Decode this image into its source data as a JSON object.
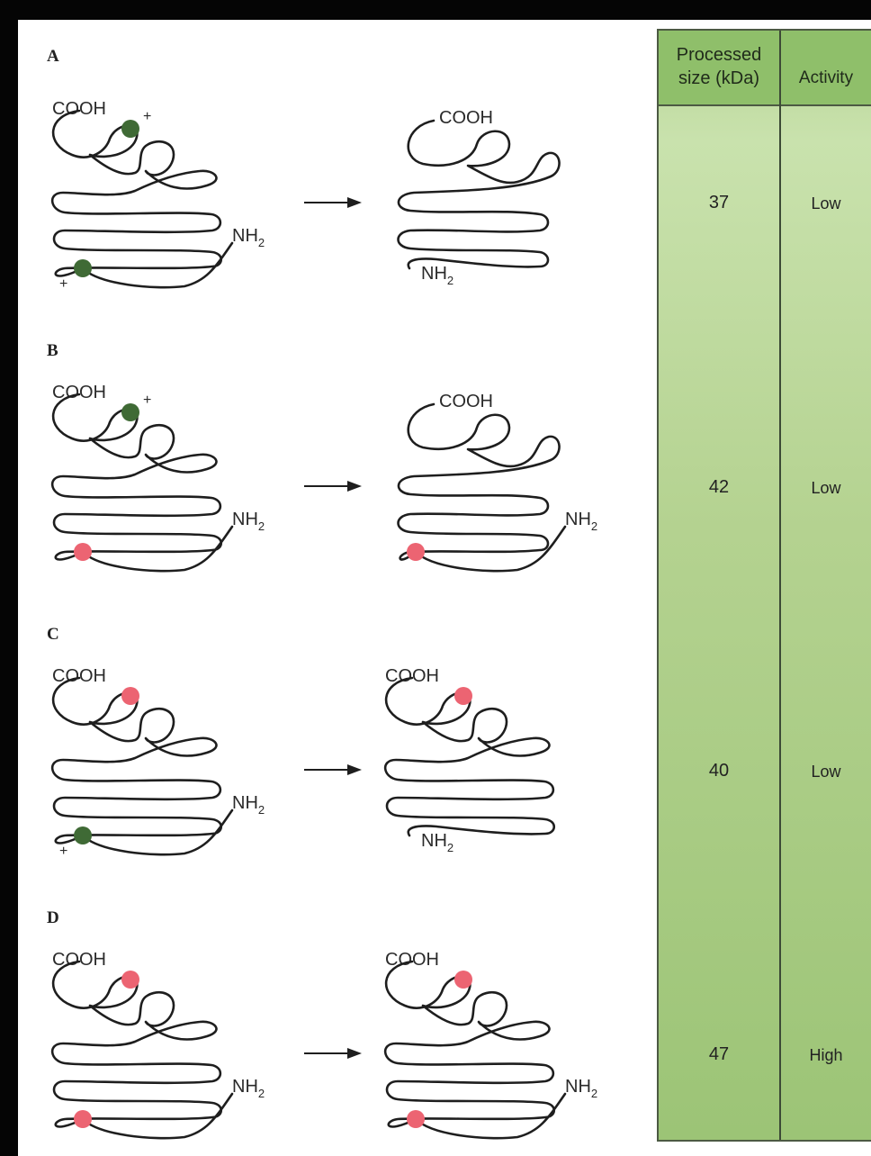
{
  "panels": [
    {
      "letter": "A",
      "left_plus": [
        "+",
        "+"
      ],
      "right_mod": "none",
      "cooh": "COOH",
      "nh": "NH",
      "nh_sub": "2"
    },
    {
      "letter": "B",
      "left_plus": [
        "+"
      ],
      "right_mod": "red",
      "cooh": "COOH",
      "nh": "NH",
      "nh_sub": "2"
    },
    {
      "letter": "C",
      "left_plus": [
        "+"
      ],
      "right_mod": "red-top",
      "cooh": "COOH",
      "nh": "NH",
      "nh_sub": "2"
    },
    {
      "letter": "D",
      "left_plus": [],
      "right_mod": "red",
      "cooh": "COOH",
      "nh": "NH",
      "nh_sub": "2"
    }
  ],
  "colors": {
    "charged": "#3f6a35",
    "neutral": "#ec6472",
    "table_header": "#8fbf6a",
    "table_body": "#b4d290"
  },
  "table": {
    "headers": [
      "Processed size (kDa)",
      "Activity"
    ],
    "header_lines": [
      "Processed",
      "size (kDa)"
    ],
    "rows": [
      {
        "size": "37",
        "activity": "Low"
      },
      {
        "size": "42",
        "activity": "Low"
      },
      {
        "size": "40",
        "activity": "Low"
      },
      {
        "size": "47",
        "activity": "High"
      }
    ]
  }
}
